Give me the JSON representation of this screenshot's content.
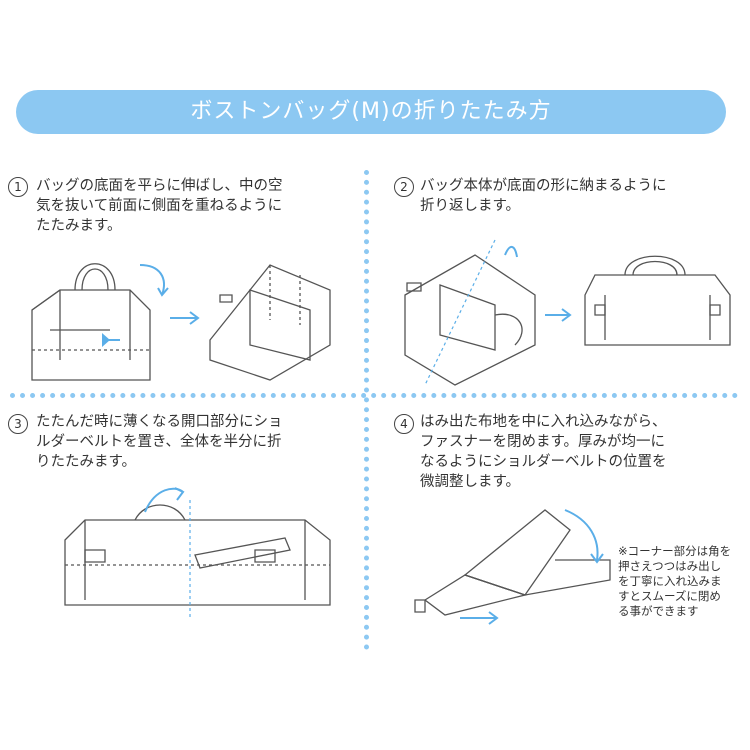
{
  "title": "ボストンバッグ(M)の折りたたみ方",
  "steps": [
    {
      "number": "1",
      "lines": [
        "バッグの底面を平らに伸ばし、中の空",
        "気を抜いて前面に側面を重ねるように",
        "たたみます。"
      ]
    },
    {
      "number": "2",
      "lines": [
        "バッグ本体が底面の形に納まるように",
        "折り返します。"
      ]
    },
    {
      "number": "3",
      "lines": [
        "たたんだ時に薄くなる開口部分にショ",
        "ルダーベルトを置き、全体を半分に折",
        "りたたみます。"
      ]
    },
    {
      "number": "4",
      "lines": [
        "はみ出た布地を中に入れ込みながら、",
        "ファスナーを閉めます。厚みが均一に",
        "なるようにショルダーベルトの位置を",
        "微調整します。"
      ]
    }
  ],
  "note_lines": [
    "※コーナー部分は角を",
    "押さえつつはみ出し",
    "を丁寧に入れ込みま",
    "すとスムーズに閉め",
    "る事ができます"
  ],
  "colors": {
    "accent": "#8cc8f2",
    "line": "#555555"
  }
}
